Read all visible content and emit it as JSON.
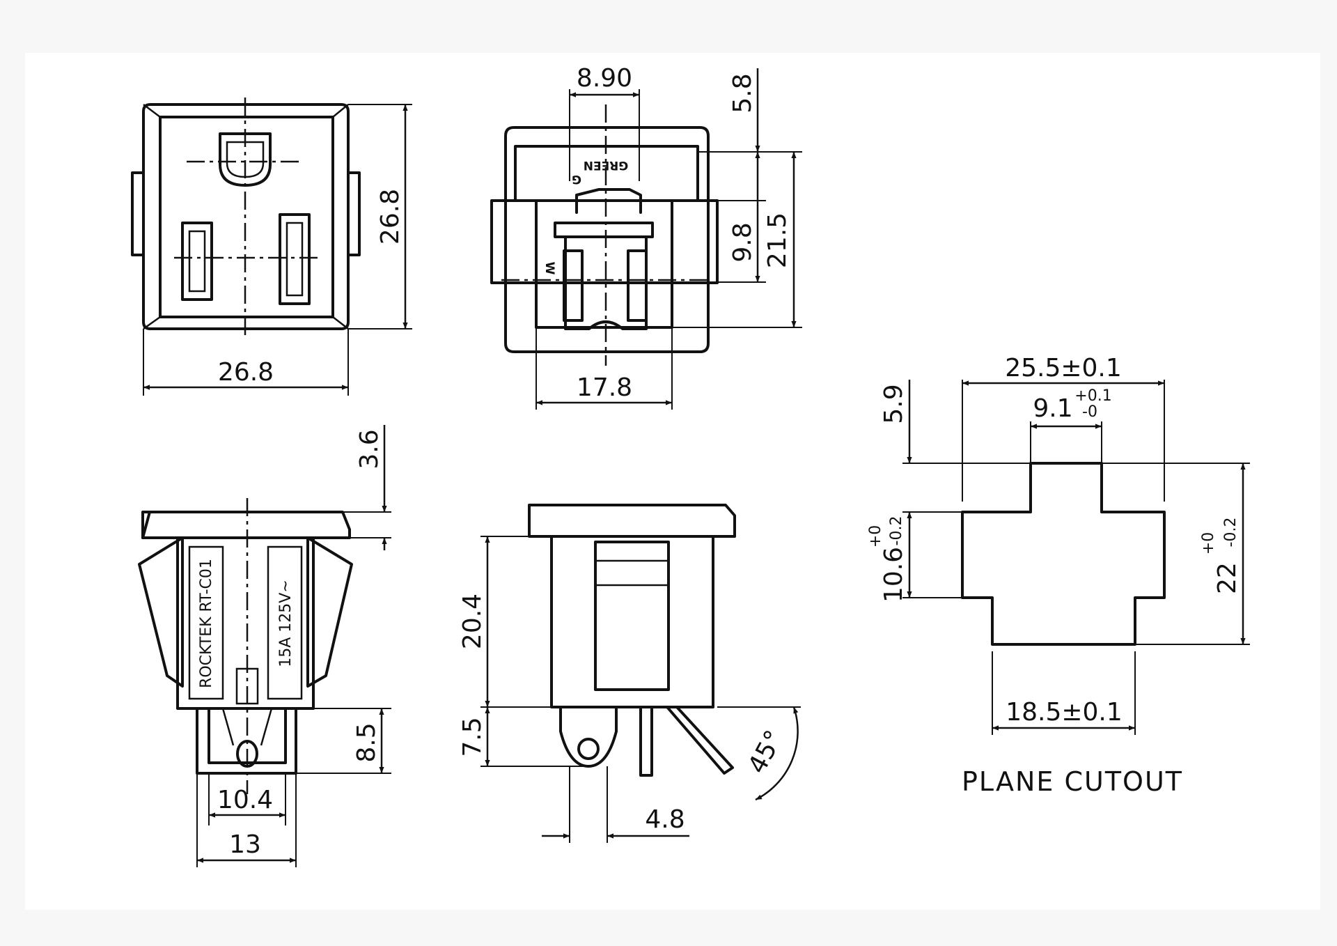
{
  "views": {
    "front": {
      "width": "26.8",
      "height": "26.8"
    },
    "rear": {
      "ground_spacing": "8.90",
      "top_offset": "5.8",
      "mid_height": "9.8",
      "overall_height": "21.5",
      "bottom_width": "17.8",
      "mark_g": "G",
      "mark_green": "GREEN",
      "mark_w": "W"
    },
    "side": {
      "flange": "3.6",
      "terminal_length": "8.5",
      "terminal_inner": "10.4",
      "terminal_outer": "13",
      "label_brand": "ROCKTEK  RT-C01",
      "label_rating": "15A  125V~"
    },
    "profile": {
      "body_height": "20.4",
      "terminal_height": "7.5",
      "terminal_offset": "4.8",
      "angle": "45°"
    },
    "cutout": {
      "title": "PLANE  CUTOUT",
      "width_main": "25.5±0.1",
      "notch_base": "9.1",
      "notch_sup": "+0.1",
      "notch_sub": "-0",
      "top_step": "5.9",
      "mid_base": "10.6",
      "mid_sup": "+0",
      "mid_sub": "-0.2",
      "height_base": "22",
      "height_sup": "+0",
      "height_sub": "-0.2",
      "bottom_width": "18.5±0.1"
    }
  }
}
